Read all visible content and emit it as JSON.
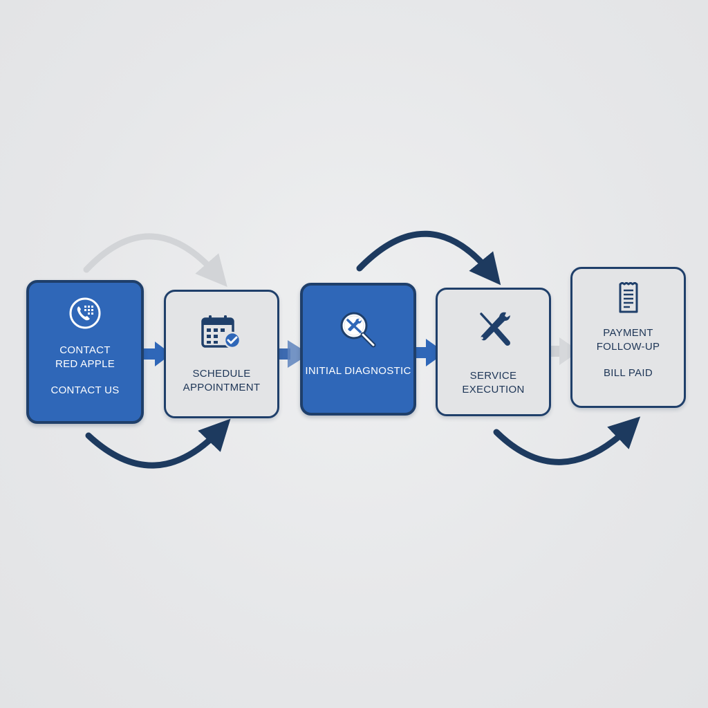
{
  "steps": [
    {
      "lines": [
        "CONTACT",
        "RED APPLE"
      ],
      "sub": "CONTACT US",
      "icon": "phone-dialpad-icon",
      "style": "blue"
    },
    {
      "lines": [
        "SCHEDULE",
        "APPOINTMENT"
      ],
      "icon": "calendar-check-icon",
      "style": "gray"
    },
    {
      "lines": [
        "INITIAL DIAGNOSTIC"
      ],
      "icon": "magnifier-wrench-icon",
      "style": "blue"
    },
    {
      "lines": [
        "SERVICE",
        "EXECUTION"
      ],
      "icon": "crossed-tools-icon",
      "style": "gray"
    },
    {
      "lines": [
        "PAYMENT",
        "FOLLOW-UP"
      ],
      "sub": "BILL PAID",
      "icon": "receipt-icon",
      "style": "gray"
    }
  ],
  "colors": {
    "accent_blue": "#2f67b8",
    "navy": "#1f3f6a",
    "arrow_dark": "#1d3a5f",
    "arrow_light": "#d2d4d7",
    "box_gray": "#e3e4e6",
    "background": "#e7e8ea"
  }
}
